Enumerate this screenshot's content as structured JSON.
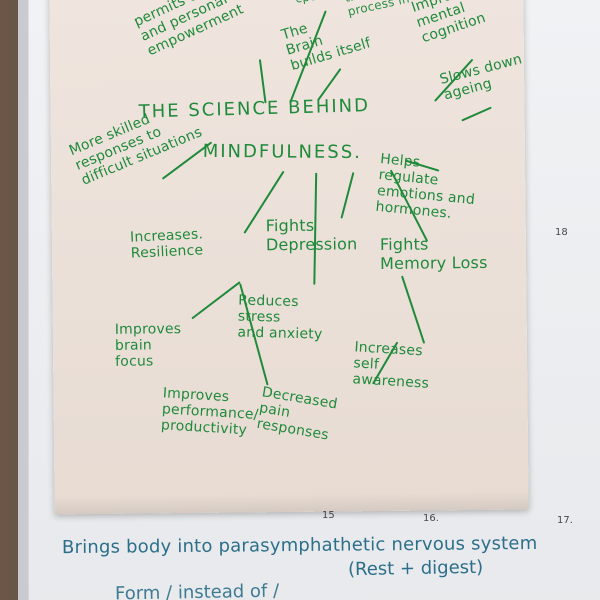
{
  "scene": {
    "colors": {
      "ink_green": "#1f8a3a",
      "board_blue": "#2c6f8a",
      "paper": "#efe5de",
      "whiteboard": "#f1f2f4",
      "wall": "#5a4a3c"
    }
  },
  "flipchart": {
    "texts": {
      "top_partial": "cpu",
      "top_right_partial": "tissue\nprocess in",
      "permits": "permits choice\nand personal\nempowerment",
      "brain": "The\nBrain\nbuilds itself",
      "improves_mental": "Improves\nmental\ncognition",
      "slows_ageing": "Slows down\nageing",
      "title_line1": "THE SCIENCE BEHIND",
      "title_line2": "MINDFULNESS.",
      "more_skilled": "More skilled\nresponses to\ndifficult situations",
      "helps_regulate": "Helps\nregulate\nemotions and\nhormones.",
      "increases_resilience": "Increases.\nResilience",
      "fights_depression": "Fights\nDepression",
      "fights_memory": "Fights\nMemory Loss",
      "improves_brain_focus": "Improves\nbrain\nfocus",
      "reduces_stress": "Reduces\nstress\nand anxiety",
      "increases_self_awareness": "Increases\nself\nawareness",
      "improves_performance": "Improves\nperformance/\nproductivity",
      "decreased_pain": "Decreased\npain\nresponses"
    }
  },
  "whiteboard": {
    "numbers": {
      "n15": "15",
      "n16": "16.",
      "n17": "17.",
      "n18": "18"
    },
    "bottom_notes": {
      "line1": "Brings body into parasymphathetic nervous system",
      "line2": "(Rest + digest)",
      "line3": "Form / instead of /"
    }
  }
}
